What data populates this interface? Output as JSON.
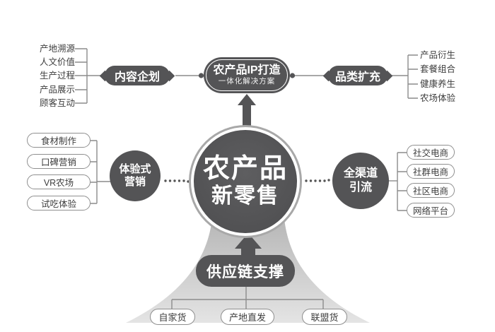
{
  "diagram_title": "农产品新零售",
  "colors": {
    "node_dark": "#545456",
    "line_gray": "#8c8c8c",
    "ring_gray": "#a8a8a8",
    "beam_top": "#b2b2b2",
    "beam_bottom": "#e4e4e4",
    "pill_border": "#8f8f8f",
    "label_text": "#3d3d3d",
    "node_text": "#ffffff"
  },
  "center_hub": {
    "line1": "农产品",
    "line2": "新零售"
  },
  "top_node": {
    "title": "农产品IP打造",
    "subtitle": "一体化解决方案"
  },
  "content_branch": {
    "label": "内容企划",
    "items": [
      "产地溯源",
      "人文价值",
      "生产过程",
      "产品展示",
      "顾客互动"
    ]
  },
  "category_branch": {
    "label": "品类扩充",
    "items": [
      "产品衍生",
      "套餐组合",
      "健康养生",
      "农场体验"
    ]
  },
  "experience_branch": {
    "label_line1": "体验式",
    "label_line2": "营销",
    "items": [
      "食材制作",
      "口碑营销",
      "VR农场",
      "试吃体验"
    ]
  },
  "channel_branch": {
    "label_line1": "全渠道",
    "label_line2": "引流",
    "items": [
      "社交电商",
      "社群电商",
      "社区电商",
      "网络平台"
    ]
  },
  "supply_branch": {
    "label": "供应链支撑",
    "items": [
      "自家货",
      "产地直发",
      "联盟货"
    ]
  }
}
